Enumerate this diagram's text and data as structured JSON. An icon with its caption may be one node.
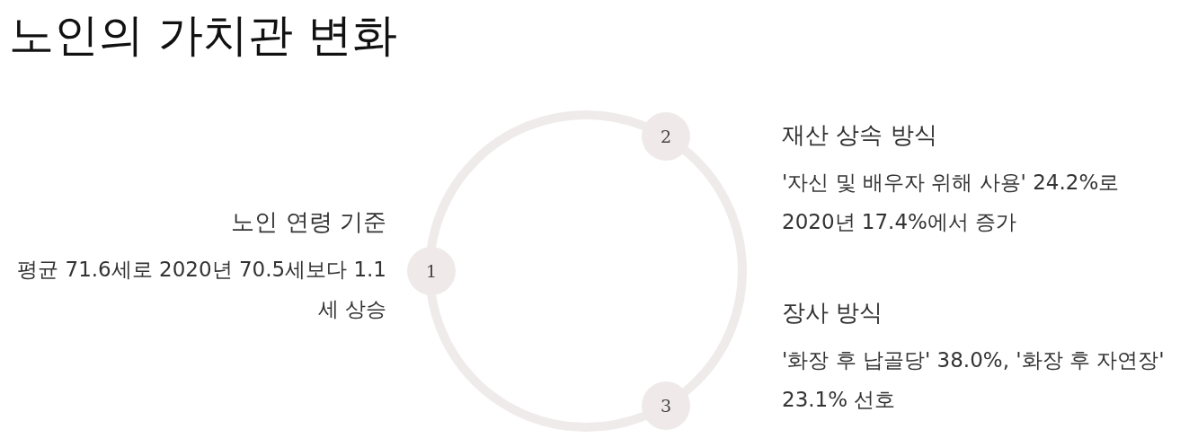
{
  "diagram": {
    "title": "노인의 가치관 변화",
    "nodes": [
      {
        "text": [
          "2"
        ],
        "beside": [
          "재산 상속 방식",
          "'자신 및 배우자 위해 사용' 24.2%로 2020년 17.4%에서 증가"
        ]
      },
      {
        "text": [
          "1"
        ],
        "beside": [
          "노인 연령 기준",
          "평균 71.6세로 2020년 70.5세보다 1.1세 상승"
        ]
      },
      {
        "text": [
          "3"
        ],
        "beside": [
          "장사 방식",
          "'화장 후 납골당' 38.0%, '화장 후 자연장' 23.1% 선호"
        ]
      }
    ]
  }
}
